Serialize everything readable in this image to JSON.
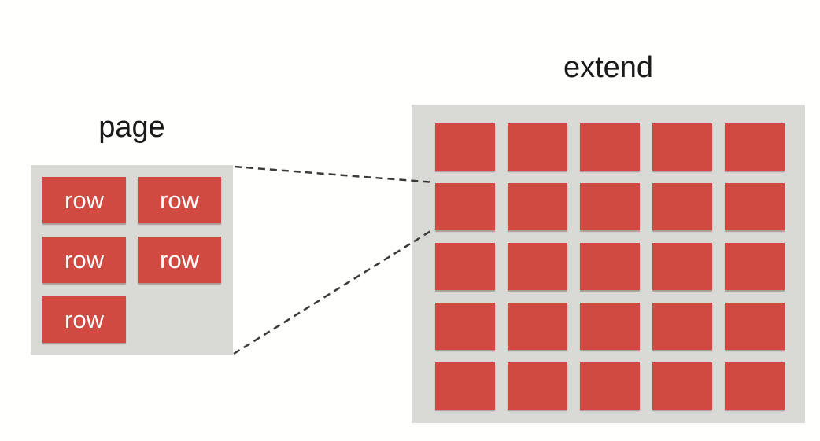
{
  "diagram": {
    "page": {
      "label": "page",
      "rows": [
        "row",
        "row",
        "row",
        "row",
        "row"
      ]
    },
    "extend": {
      "label": "extend",
      "grid_rows": 5,
      "grid_cols": 5,
      "cell_count": 25
    },
    "connectors": [
      {
        "from": "page-panel-top-right-corner",
        "to": "extend-cell-row2-col1-top-left-corner",
        "style": "dashed"
      },
      {
        "from": "page-panel-bottom-right-corner",
        "to": "extend-cell-row2-col1-bottom-left-corner",
        "style": "dashed"
      }
    ]
  },
  "colors": {
    "box_red": "#D04A41",
    "panel_gray": "#D9D9D6",
    "background": "#FFFFFE",
    "dash_line": "#3A3A3A",
    "row_text": "#FFFFFF",
    "label_text": "#1A1A1A"
  }
}
